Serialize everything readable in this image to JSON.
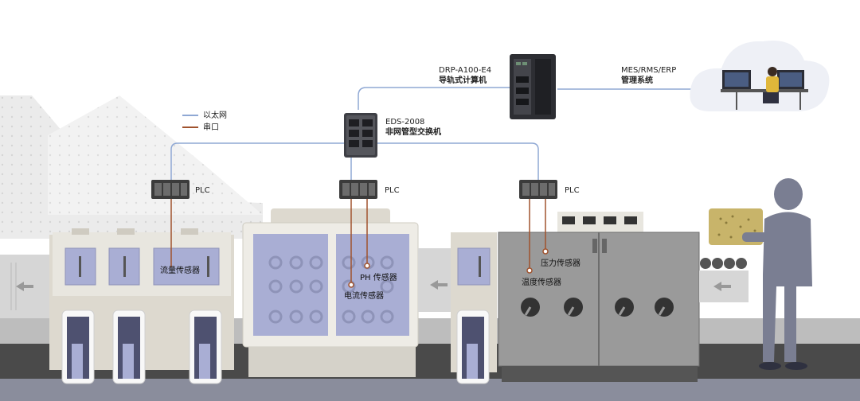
{
  "legend": {
    "ethernet": "以太网",
    "serial": "串口"
  },
  "nodes": {
    "mes": {
      "line1": "MES/RMS/ERP",
      "line2": "管理系统"
    },
    "computer": {
      "line1": "DRP-A100-E4",
      "line2": "导轨式计算机"
    },
    "switch": {
      "line1": "EDS-2008",
      "line2": "非网管型交换机"
    },
    "plc1": "PLC",
    "plc2": "PLC",
    "plc3": "PLC"
  },
  "sensors": {
    "flow": "流量传感器",
    "ph": "PH 传感器",
    "current": "电流传感器",
    "pressure": "压力传感器",
    "temperature": "温度传感器"
  },
  "colors": {
    "ethernet_line": "#8fa8d4",
    "serial_line": "#a0522d",
    "machine_light": "#e8e6df",
    "machine_gray": "#9a9a9a",
    "tank_blue": "#a9aed4",
    "floor": "#4a4a4a",
    "worker": "#7a7e92"
  }
}
